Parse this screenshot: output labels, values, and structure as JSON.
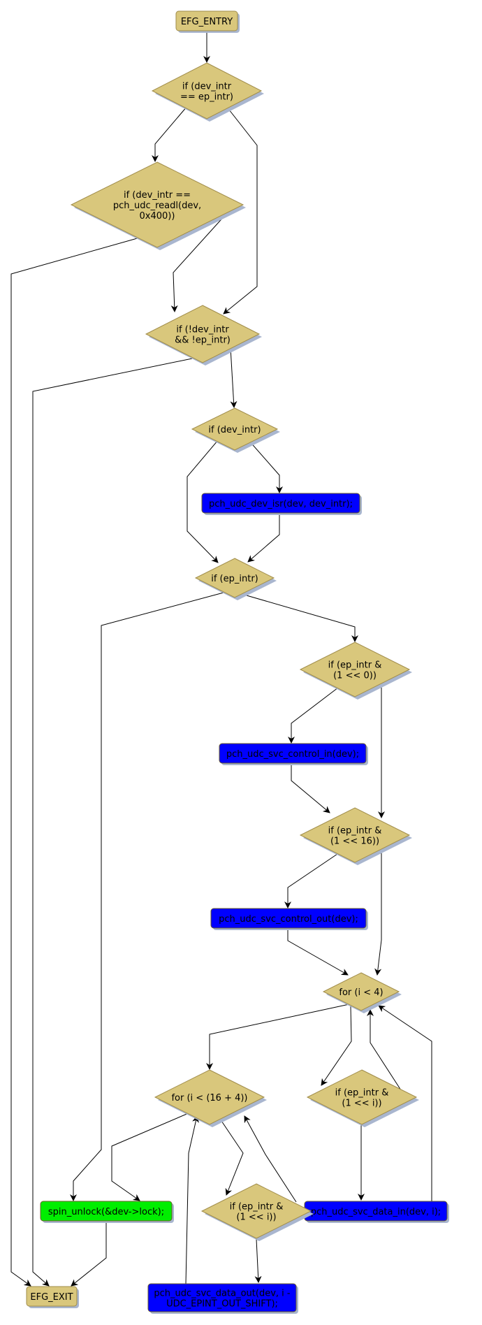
{
  "title": "Control flow graph",
  "colors": {
    "condition_fill": "#d9c77c",
    "condition_stroke": "#a08c4a",
    "terminal_fill": "#d9c77c",
    "call_fill": "#0000ff",
    "call_stroke": "#6b5e2a",
    "unlock_fill": "#00ee00",
    "unlock_stroke": "#6b5e2a",
    "edge": "#000000",
    "shadow": "#a9b6cf"
  },
  "nodes": [
    {
      "id": "entry",
      "kind": "terminal",
      "lines": [
        "EFG_ENTRY"
      ]
    },
    {
      "id": "d1",
      "kind": "condition",
      "lines": [
        "if (dev_intr",
        "== ep_intr)"
      ]
    },
    {
      "id": "d2",
      "kind": "condition",
      "lines": [
        "if (dev_intr ==",
        "pch_udc_readl(dev,",
        "0x400))"
      ]
    },
    {
      "id": "d3",
      "kind": "condition",
      "lines": [
        "if (!dev_intr",
        "&& !ep_intr)"
      ]
    },
    {
      "id": "d4",
      "kind": "condition",
      "lines": [
        "if (dev_intr)"
      ]
    },
    {
      "id": "b1",
      "kind": "call",
      "lines": [
        "pch_udc_dev_isr(dev, dev_intr);"
      ]
    },
    {
      "id": "d5",
      "kind": "condition",
      "lines": [
        "if (ep_intr)"
      ]
    },
    {
      "id": "d6",
      "kind": "condition",
      "lines": [
        "if (ep_intr &",
        "(1 << 0))"
      ]
    },
    {
      "id": "b2",
      "kind": "call",
      "lines": [
        "pch_udc_svc_control_in(dev);"
      ]
    },
    {
      "id": "d7",
      "kind": "condition",
      "lines": [
        "if (ep_intr &",
        "(1 << 16))"
      ]
    },
    {
      "id": "b3",
      "kind": "call",
      "lines": [
        "pch_udc_svc_control_out(dev);"
      ]
    },
    {
      "id": "d8",
      "kind": "condition",
      "lines": [
        "for (i < 4)"
      ]
    },
    {
      "id": "d9",
      "kind": "condition",
      "lines": [
        "for (i < (16 + 4))"
      ]
    },
    {
      "id": "d10",
      "kind": "condition",
      "lines": [
        "if (ep_intr &",
        "(1 << i))"
      ]
    },
    {
      "id": "b4",
      "kind": "call",
      "lines": [
        "pch_udc_svc_data_in(dev, i);"
      ]
    },
    {
      "id": "d11",
      "kind": "condition",
      "lines": [
        "if (ep_intr &",
        "(1 << i))"
      ]
    },
    {
      "id": "b5",
      "kind": "unlock",
      "lines": [
        "spin_unlock(&dev->lock);"
      ]
    },
    {
      "id": "b6",
      "kind": "call",
      "lines": [
        "pch_udc_svc_data_out(dev, i -",
        "UDC_EPINT_OUT_SHIFT);"
      ]
    },
    {
      "id": "exit",
      "kind": "terminal",
      "lines": [
        "EFG_EXIT"
      ]
    }
  ],
  "edges": [
    {
      "from": "entry",
      "to": "d1"
    },
    {
      "from": "d1",
      "to": "d2"
    },
    {
      "from": "d1",
      "to": "d3"
    },
    {
      "from": "d2",
      "to": "exit"
    },
    {
      "from": "d2",
      "to": "d3"
    },
    {
      "from": "d3",
      "to": "exit"
    },
    {
      "from": "d3",
      "to": "d4"
    },
    {
      "from": "d4",
      "to": "b1"
    },
    {
      "from": "d4",
      "to": "d5"
    },
    {
      "from": "b1",
      "to": "d5"
    },
    {
      "from": "d5",
      "to": "b5"
    },
    {
      "from": "d5",
      "to": "d6"
    },
    {
      "from": "d6",
      "to": "b2"
    },
    {
      "from": "d6",
      "to": "d7"
    },
    {
      "from": "b2",
      "to": "d7"
    },
    {
      "from": "d7",
      "to": "b3"
    },
    {
      "from": "d7",
      "to": "d8"
    },
    {
      "from": "b3",
      "to": "d8"
    },
    {
      "from": "d8",
      "to": "d9"
    },
    {
      "from": "d8",
      "to": "d10"
    },
    {
      "from": "d10",
      "to": "d8"
    },
    {
      "from": "d10",
      "to": "b4"
    },
    {
      "from": "b4",
      "to": "d8"
    },
    {
      "from": "d9",
      "to": "b5"
    },
    {
      "from": "d9",
      "to": "d11"
    },
    {
      "from": "d11",
      "to": "d9"
    },
    {
      "from": "d11",
      "to": "b6"
    },
    {
      "from": "b6",
      "to": "d9"
    },
    {
      "from": "b5",
      "to": "exit"
    }
  ]
}
